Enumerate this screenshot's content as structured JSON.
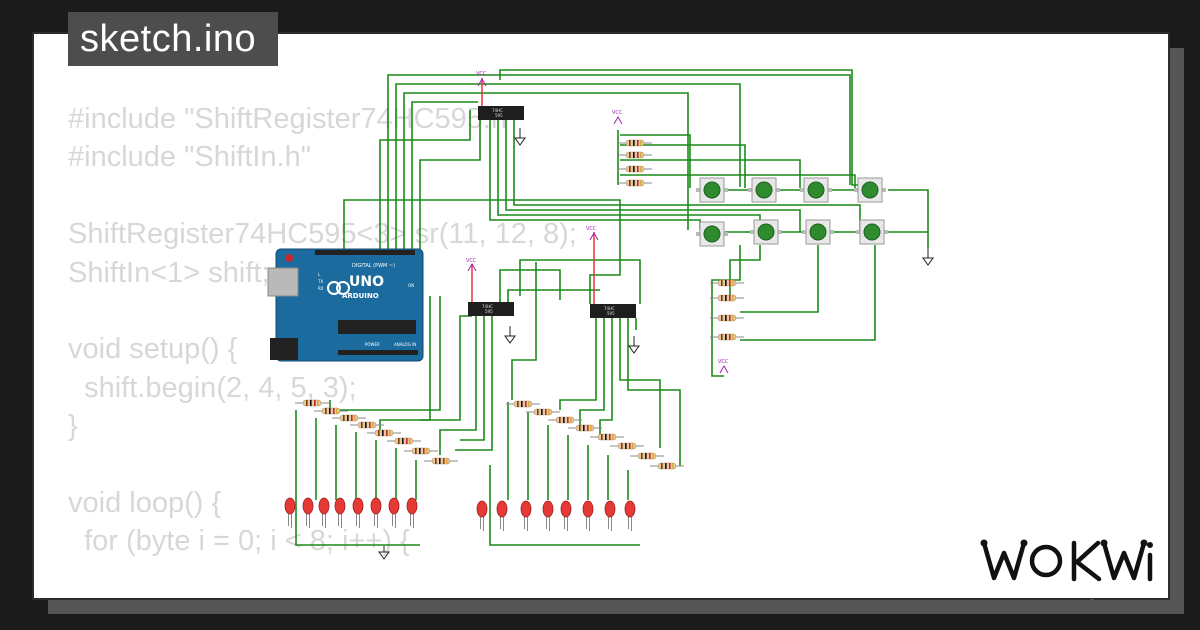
{
  "page": {
    "sketch_filename": "sketch.ino",
    "brand": "WOKWI"
  },
  "code_lines": [
    "#include \"ShiftRegister74HC595.h\"",
    "#include \"ShiftIn.h\"",
    "",
    "ShiftRegister74HC595<3> sr(11, 12, 8);",
    "ShiftIn<1> shift;",
    "",
    "void setup() {",
    "  shift.begin(2, 4, 5, 3);",
    "}",
    "",
    "void loop() {",
    "  for (byte i = 0; i < 8; i++) {"
  ],
  "circuit": {
    "vcc_label": "VCC",
    "chip_label": "74HC",
    "chip_sublabel": "595",
    "board": {
      "brand": "ARDUINO",
      "model": "UNO",
      "header_digital": "DIGITAL (PWM ~)",
      "header_power": "POWER",
      "header_analog": "ANALOG IN",
      "tx_label": "TX",
      "rx_label": "RX",
      "on_label": "ON",
      "l_label": "L"
    }
  },
  "colors": {
    "wire_green": "#1a8a1a",
    "wire_red": "#e53935",
    "vcc_purple": "#9c27b0",
    "board_blue": "#1c6b9e",
    "led_red": "#e53935",
    "button_green": "#2e8b2e",
    "code_text": "#d7d7d7",
    "tab_bg": "#4d4d4d",
    "frame_bg": "#1b1b1b",
    "card_bg": "#ffffff"
  }
}
